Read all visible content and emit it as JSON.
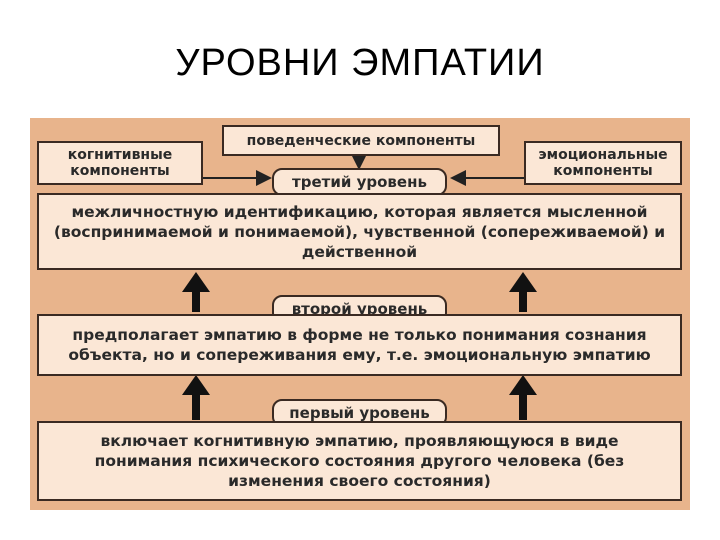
{
  "title": "УРОВНИ ЭМПАТИИ",
  "behavioral": "поведенческие компоненты",
  "cognitive": "когнитивные компоненты",
  "emotional": "эмоциональные компоненты",
  "level3": {
    "label": "третий уровень",
    "text": "межличностную идентификацию, которая является мысленной (воспринимаемой и понимаемой), чувственной (сопереживаемой) и действенной"
  },
  "level2": {
    "label": "второй уровень",
    "text": "предполагает эмпатию в форме не только понимания сознания объекта, но и сопереживания ему, т.е. эмоциональную эмпатию"
  },
  "level1": {
    "label": "первый уровень",
    "text": "включает когнитивную эмпатию, проявляющуюся в виде понимания психического состояния другого человека (без изменения своего состояния)"
  },
  "colors": {
    "panel": "#e8b48c",
    "box": "#fbe7d6",
    "border": "#3a2a22"
  }
}
